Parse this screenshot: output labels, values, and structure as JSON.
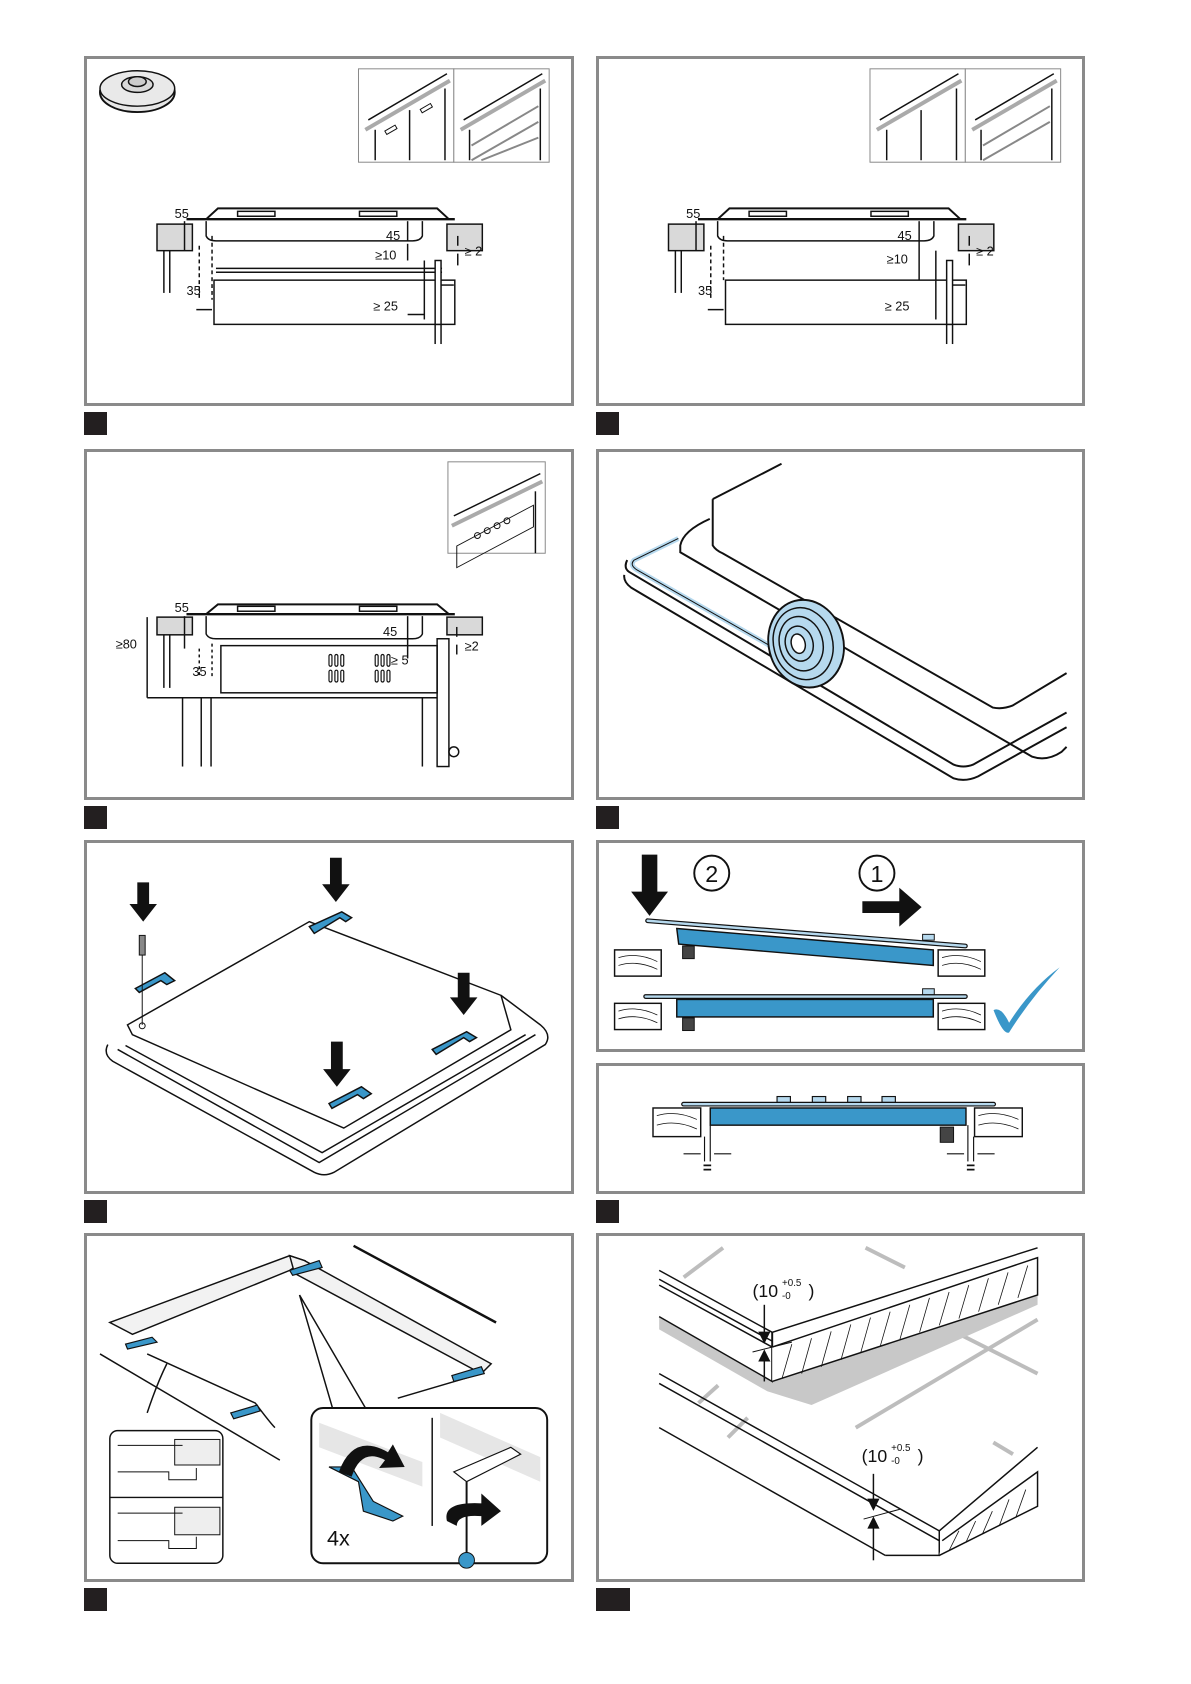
{
  "document": {
    "type": "installation-instructions-figures",
    "colors": {
      "frame": "#8a8a8a",
      "label": "#231f20",
      "accent_blue": "#3a97c9",
      "tape_blue": "#b6d9ee",
      "check_blue": "#3a97c9"
    }
  },
  "figures": [
    {
      "id": "fig-1",
      "content": "built-under cabinet clearance diagram with gas burner",
      "dimensions": {
        "d55": "55",
        "d45": "45",
        "d10": "≥10",
        "d2": "≥ 2",
        "d35": "35",
        "d25": "≥ 25"
      },
      "icons": [
        "gas-burner-icon",
        "cabinet-doors-thumbnail",
        "cabinet-drawers-thumbnail"
      ]
    },
    {
      "id": "fig-2",
      "content": "built-under cabinet clearance diagram",
      "dimensions": {
        "d55": "55",
        "d45": "45",
        "d10": "≥10",
        "d2": "≥ 2",
        "d35": "35",
        "d25": "≥ 25"
      },
      "icons": [
        "cabinet-doors-thumbnail",
        "cabinet-drawers-thumbnail"
      ]
    },
    {
      "id": "fig-3",
      "content": "installation above built-in oven",
      "dimensions": {
        "d55": "55",
        "d45": "45",
        "d80": "≥80",
        "d5": "≥ 5",
        "d2": "≥2",
        "d35": "35"
      },
      "icons": [
        "oven-thumbnail"
      ]
    },
    {
      "id": "fig-4",
      "content": "applying sealing tape around hob edge"
    },
    {
      "id": "fig-5",
      "content": "attaching four brackets to hob underside"
    },
    {
      "id": "fig-6a",
      "content": "inserting hob into cutout",
      "steps": {
        "step1": "1",
        "step2": "2"
      }
    },
    {
      "id": "fig-6b",
      "content": "centering hob in cutout",
      "symbol": "="
    },
    {
      "id": "fig-7",
      "content": "fastening brackets from below",
      "multiplier": "4x"
    },
    {
      "id": "fig-8",
      "content": "tiled countertop flush installation",
      "dimensions": {
        "tol1": {
          "base": "(10",
          "sup": "+0.5",
          "sub": "-0",
          "close": ")"
        },
        "tol2": {
          "base": "(10",
          "sup": "+0.5",
          "sub": "-0",
          "close": ")"
        }
      }
    }
  ],
  "labels": [
    "",
    "",
    "",
    "",
    "",
    "",
    "",
    ""
  ]
}
